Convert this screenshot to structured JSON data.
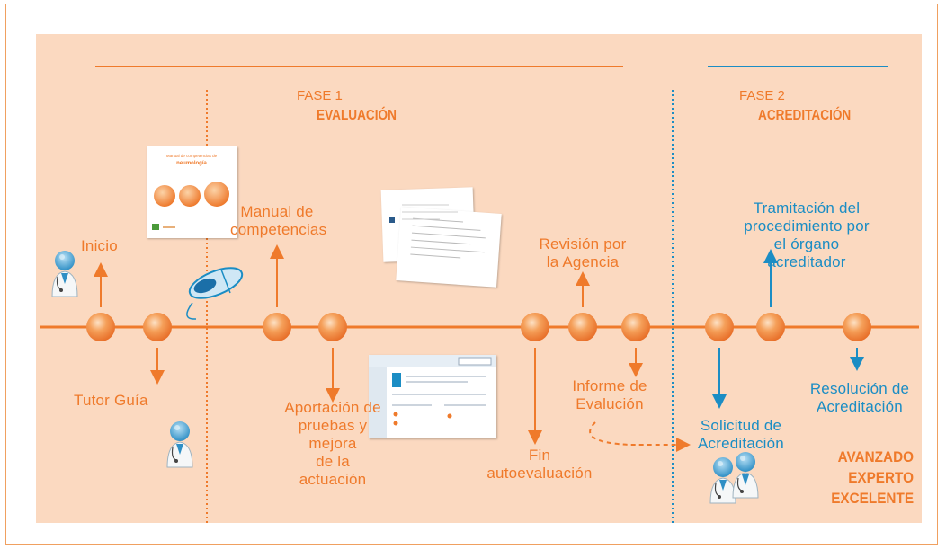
{
  "phase1": {
    "label": "FASE 1",
    "title": "EVALUACIÓN"
  },
  "phase2": {
    "label": "FASE 2",
    "title": "ACREDITACIÓN"
  },
  "steps": {
    "inicio": "Inicio",
    "tutor": "Tutor Guía",
    "manual": [
      "Manual de",
      "competencias"
    ],
    "aportacion": [
      "Aportación de",
      "pruebas y",
      "mejora",
      "de la",
      "actuación"
    ],
    "fin": [
      "Fin",
      "autoevaluación"
    ],
    "revision": [
      "Revisión por",
      "la Agencia"
    ],
    "informe": [
      "Informe de",
      "Evalución"
    ],
    "solicitud": [
      "Solicitud de",
      "Acreditación"
    ],
    "tramitacion": [
      "Tramitación del",
      "procedimiento por",
      "el órgano",
      "acreditador"
    ],
    "resolucion": [
      "Resolución de",
      "Acreditación"
    ]
  },
  "levels": [
    "AVANZADO",
    "EXPERTO",
    "EXCELENTE"
  ],
  "manual_cover": {
    "title": "Manual de competencias de",
    "subtitle": "neumología"
  },
  "colors": {
    "orange": "#ef7a2b",
    "blue": "#1b8dc4",
    "panel": "#fbd9c0"
  },
  "icons": [
    "doctor-icon",
    "mouse-icon",
    "manual-thumbnail",
    "report-thumbnail",
    "web-app-thumbnail"
  ]
}
